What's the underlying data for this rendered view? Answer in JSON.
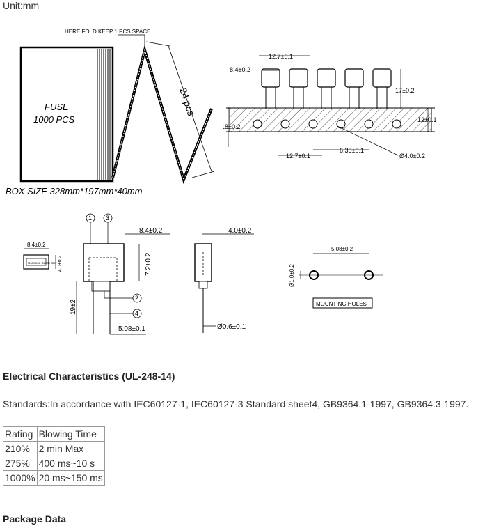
{
  "page": {
    "unit_label": "Unit:mm"
  },
  "box_drawing": {
    "fold_note": "HERE FOLD KEEP 1 PCS SPACE",
    "box_text_line1": "FUSE",
    "box_text_line2": "1000  PCS",
    "pcs_label": "24 pcs",
    "box_size": "BOX  SIZE  328mm*197mm*40mm"
  },
  "tape_drawing": {
    "dim_width": "8.4±0.2",
    "dim_pitch_top": "12.7±0.1",
    "dim_height": "17±0.2",
    "dim_tape": "18±0.2",
    "dim_hole_offset": "12±0.1",
    "dim_pitch_bottom": "12.7±0.1",
    "dim_lead": "6.35±0.1",
    "dim_hole": "Ø4.0±0.2"
  },
  "part_drawing": {
    "top_width": "8.4±0.2",
    "top_height": "4.0±0.2",
    "top_label": "Common Sense Inc",
    "front_callout1": "1",
    "front_callout3": "3",
    "front_callout2": "2",
    "front_callout4": "4",
    "front_width": "8.4±0.2",
    "front_height": "7.2±0.2",
    "front_lead_len": "19±2",
    "front_pitch": "5.08±0.1",
    "side_width": "4.0±0.2",
    "side_wire": "Ø0.6±0.1",
    "hole_pitch": "5.08±0.2",
    "hole_dia": "Ø1.0±0.2",
    "mounting_holes": "MOUNTING HOLES"
  },
  "electrical": {
    "title": "Electrical Characteristics (UL-248-14)",
    "standards": "Standards:In accordance with IEC60127-1, IEC60127-3 Standard sheet4, GB9364.1-1997, GB9364.3-1997.",
    "table": {
      "headers": [
        "Rating",
        "Blowing Time"
      ],
      "rows": [
        [
          "210%",
          "2 min Max"
        ],
        [
          "275%",
          "400 ms~10 s"
        ],
        [
          "1000%",
          "20 ms~150 ms"
        ]
      ]
    }
  },
  "package": {
    "title": "Package Data"
  }
}
